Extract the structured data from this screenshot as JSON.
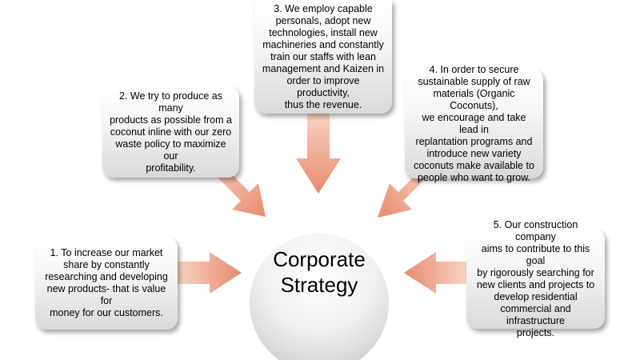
{
  "center": {
    "line1": "Corporate",
    "line2": "Strategy"
  },
  "boxes": [
    {
      "lines": [
        "1. To increase our market",
        "share by constantly",
        "researching and developing",
        "new products- that is value for",
        "money for our customers."
      ]
    },
    {
      "lines": [
        "2. We try to produce as many",
        "products as possible from a",
        "coconut inline with our zero",
        "waste policy to maximize our",
        "profitability."
      ]
    },
    {
      "lines": [
        "3. We employ capable",
        "personals, adopt new",
        "technologies, install new",
        "machineries and constantly",
        "train our staffs with lean",
        "management and Kaizen in",
        "order to improve productivity,",
        "thus the revenue."
      ]
    },
    {
      "lines": [
        "4. In order to secure",
        "sustainable supply of raw",
        "materials (Organic Coconuts),",
        "we encourage and take lead in",
        "replantation programs and",
        "introduce new variety",
        "coconuts make available to",
        "people who want to grow."
      ]
    },
    {
      "lines": [
        "5. Our construction company",
        "aims to contribute to this goal",
        "by rigorously searching for",
        "new clients and projects to",
        "develop residential",
        "commercial and infrastructure",
        "projects."
      ]
    }
  ],
  "colors": {
    "arrow_light": "#f7c6b3",
    "arrow_dark": "#e4866a",
    "center_light": "#ffffff",
    "center_dark": "#c4c4c4"
  }
}
